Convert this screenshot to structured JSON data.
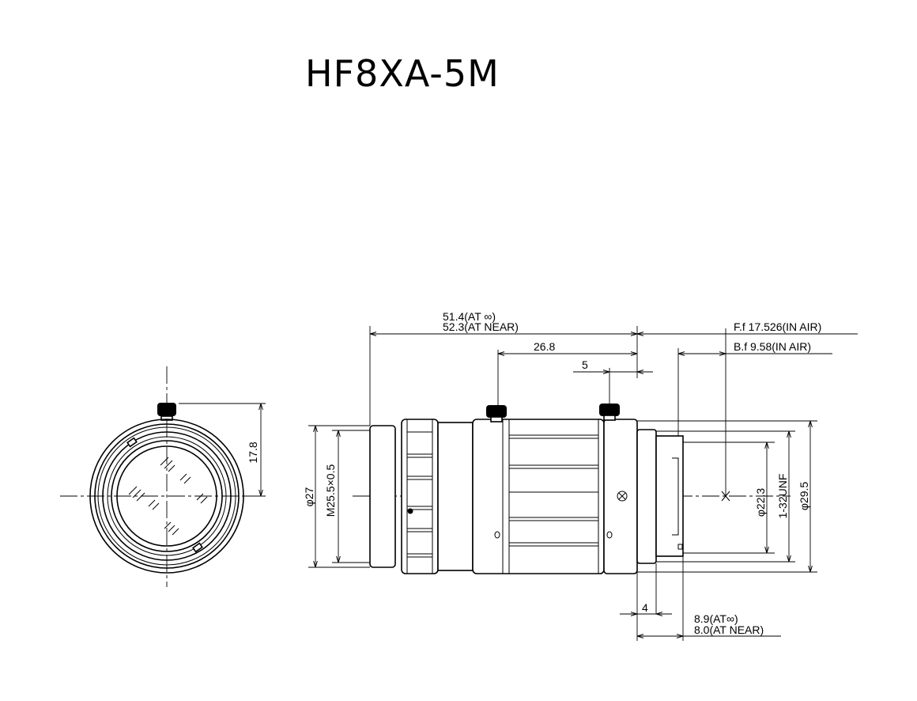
{
  "title": "HF8XA-5M",
  "dimensions": {
    "overall_length_inf": "51.4(AT ∞)",
    "overall_length_near": "52.3(AT NEAR)",
    "ring_to_mount": "26.8",
    "screw_offset": "5",
    "flange_focal": "F.f  17.526(IN AIR)",
    "back_focal": "B.f  9.58(IN AIR)",
    "screw_height": "17.8",
    "front_diameter": "φ27",
    "filter_thread": "M25.5×0.5",
    "rear_diameter": "φ22.3",
    "mount_thread": "1-32UNF",
    "body_diameter": "φ29.5",
    "mount_depth": "4",
    "rear_protrusion_inf": "8.9(AT∞)",
    "rear_protrusion_near": "8.0(AT NEAR)"
  }
}
